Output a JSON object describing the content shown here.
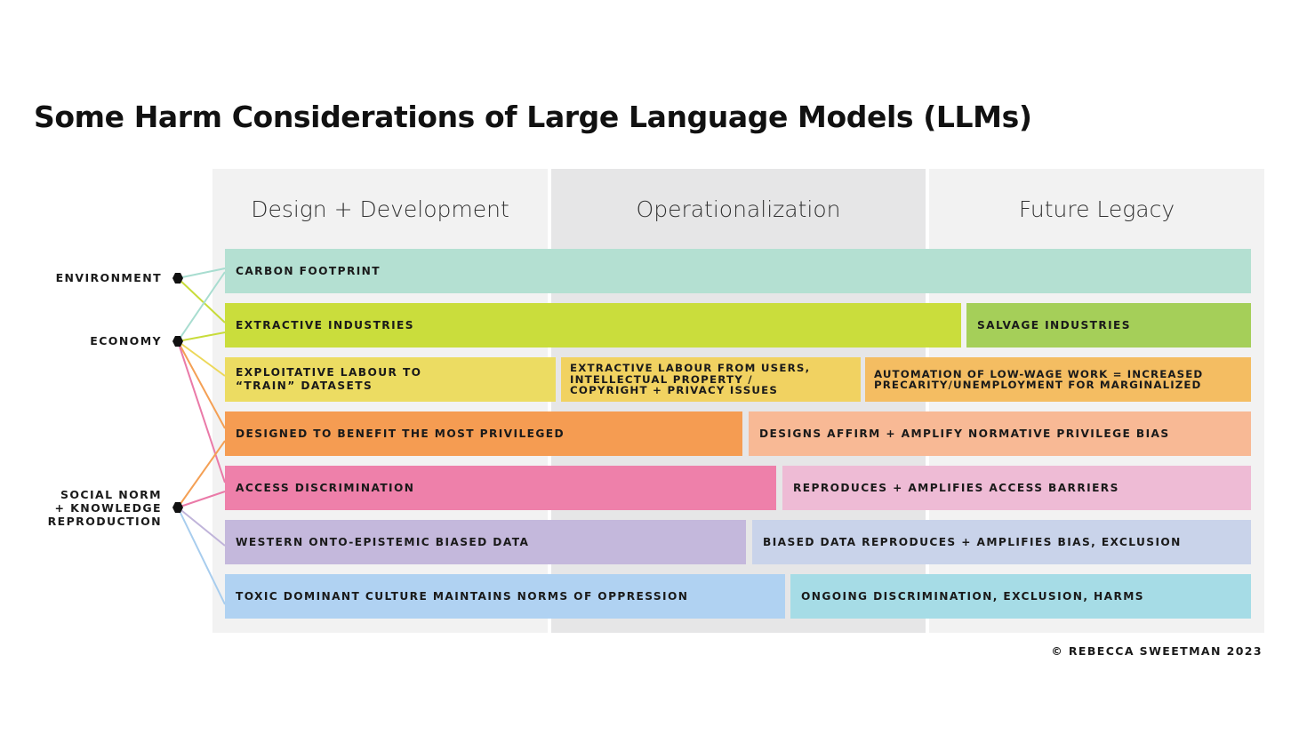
{
  "title": "Some Harm Considerations of Large Language Models (LLMs)",
  "columns": [
    "Design + Development",
    "Operationalization",
    "Future Legacy"
  ],
  "categories": {
    "environment": "ENVIRONMENT",
    "economy": "ECONOMY",
    "social": "SOCIAL NORM\n+ KNOWLEDGE\nREPRODUCTION"
  },
  "rows": [
    {
      "segments": [
        {
          "label": "CARBON FOOTPRINT",
          "color": "#b4e0d2"
        }
      ]
    },
    {
      "segments": [
        {
          "label": "EXTRACTIVE INDUSTRIES",
          "color": "#cadd3c"
        },
        {
          "label": "SALVAGE INDUSTRIES",
          "color": "#a5cf59"
        }
      ]
    },
    {
      "segments": [
        {
          "label": "EXPLOITATIVE LABOUR TO\n“TRAIN” DATASETS",
          "color": "#ecdc62"
        },
        {
          "label": "EXTRACTIVE LABOUR FROM USERS,\nINTELLECTUAL PROPERTY /\nCOPYRIGHT + PRIVACY ISSUES",
          "color": "#f1d261"
        },
        {
          "label": "AUTOMATION OF LOW-WAGE WORK = INCREASED\nPRECARITY/UNEMPLOYMENT FOR MARGINALIZED",
          "color": "#f4bd62"
        }
      ]
    },
    {
      "segments": [
        {
          "label": "DESIGNED TO BENEFIT THE MOST PRIVILEGED",
          "color": "#f59c52"
        },
        {
          "label": "DESIGNS AFFIRM + AMPLIFY NORMATIVE PRIVILEGE BIAS",
          "color": "#f8b995"
        }
      ]
    },
    {
      "segments": [
        {
          "label": "ACCESS DISCRIMINATION",
          "color": "#ee80aa"
        },
        {
          "label": "REPRODUCES + AMPLIFIES ACCESS BARRIERS",
          "color": "#eebbd5"
        }
      ]
    },
    {
      "segments": [
        {
          "label": "WESTERN ONTO-EPISTEMIC BIASED DATA",
          "color": "#c4b8dc"
        },
        {
          "label": "BIASED DATA REPRODUCES + AMPLIFIES BIAS, EXCLUSION",
          "color": "#c9d3ea"
        }
      ]
    },
    {
      "segments": [
        {
          "label": "TOXIC DOMINANT CULTURE MAINTAINS NORMS OF OPPRESSION",
          "color": "#b0d2f2"
        },
        {
          "label": "ONGOING DISCRIMINATION, EXCLUSION, HARMS",
          "color": "#a6dce6"
        }
      ]
    }
  ],
  "connector_colors": [
    "#a8ddd0",
    "#c8dc3a",
    "#ecd85a",
    "#f4a055",
    "#ea7aa8",
    "#c0b4da",
    "#a8cdee"
  ],
  "credit": "© REBECCA SWEETMAN 2023"
}
